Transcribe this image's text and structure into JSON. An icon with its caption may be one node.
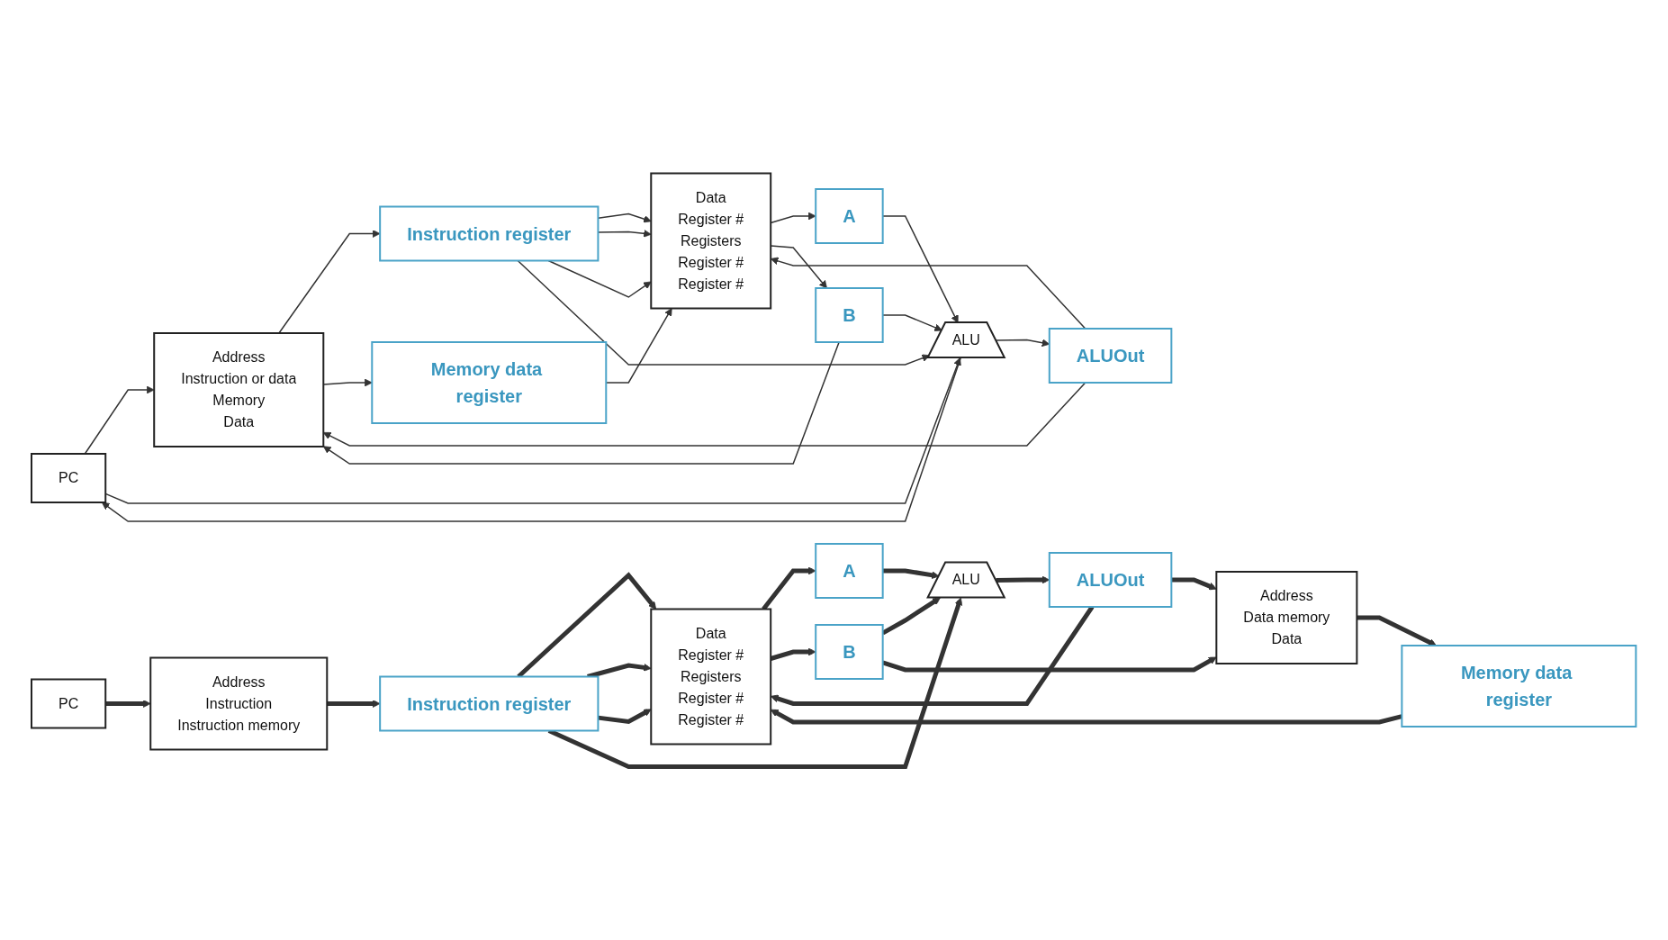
{
  "diagram": {
    "nodes": [
      {
        "text": [
          "PC"
        ]
      },
      {
        "text": [
          "Address",
          "Instruction",
          "Instruction memory"
        ]
      },
      {
        "text": [
          "Instruction register"
        ]
      },
      {
        "text": [
          "Data",
          "Register #",
          "Registers",
          "Register #",
          "Register #"
        ]
      },
      {
        "text": [
          "A"
        ]
      },
      {
        "text": [
          "B"
        ]
      },
      {
        "text": [
          "ALU"
        ]
      },
      {
        "text": [
          "ALUOut"
        ]
      },
      {
        "text": [
          "Address",
          "Data memory",
          "Data"
        ]
      },
      {
        "text": [
          "Memory data register"
        ]
      },
      {
        "text": [
          "PC"
        ]
      },
      {
        "text": [
          "Address",
          "Instruction or data",
          "Memory",
          "Data"
        ]
      },
      {
        "text": [
          "Instruction register"
        ]
      },
      {
        "text": [
          "Memory data register"
        ]
      },
      {
        "text": [
          "Data",
          "Register #",
          "Registers",
          "Register #",
          "Register #"
        ]
      },
      {
        "text": [
          "A"
        ]
      },
      {
        "text": [
          "B"
        ]
      },
      {
        "text": [
          "ALU"
        ]
      },
      {
        "text": [
          "ALUOut"
        ]
      }
    ],
    "edges": [
      {
        "from": 0,
        "to": 1,
        "arrow": "to",
        "style": "thick"
      },
      {
        "from": 1,
        "to": 2,
        "arrow": "to",
        "style": "thick"
      },
      {
        "from": 2,
        "to": 3,
        "arrow": "to",
        "style": "thick"
      },
      {
        "from": 2,
        "to": 3,
        "arrow": "to",
        "style": "thick"
      },
      {
        "from": 2,
        "to": 3,
        "arrow": "to",
        "style": "thick"
      },
      {
        "from": 9,
        "to": 3,
        "arrow": "to",
        "style": "thick"
      },
      {
        "from": 7,
        "to": 3,
        "arrow": "to",
        "style": "thick"
      },
      {
        "from": 2,
        "to": 6,
        "arrow": "to",
        "style": "thick"
      },
      {
        "from": 3,
        "to": 4,
        "arrow": "to",
        "style": "thick"
      },
      {
        "from": 3,
        "to": 5,
        "arrow": "to",
        "style": "thick"
      },
      {
        "from": 4,
        "to": 6,
        "arrow": "to",
        "style": "thick"
      },
      {
        "from": 5,
        "to": 6,
        "arrow": "to",
        "style": "thick"
      },
      {
        "from": 5,
        "to": 8,
        "arrow": "to",
        "style": "thick"
      },
      {
        "from": 6,
        "to": 7,
        "arrow": "to",
        "style": "thick"
      },
      {
        "from": 7,
        "to": 8,
        "arrow": "to",
        "style": "thick"
      },
      {
        "from": 8,
        "to": 9,
        "arrow": "to",
        "style": "thick"
      },
      {
        "from": 10,
        "to": 11,
        "arrow": "to"
      },
      {
        "from": 17,
        "to": 10,
        "arrow": "to"
      },
      {
        "from": 18,
        "to": 11,
        "arrow": "to"
      },
      {
        "from": 10,
        "to": 17,
        "arrow": "to"
      },
      {
        "from": 11,
        "to": 12,
        "arrow": "to"
      },
      {
        "from": 11,
        "to": 13,
        "arrow": "to"
      },
      {
        "from": 12,
        "to": 14,
        "arrow": "to"
      },
      {
        "from": 12,
        "to": 14,
        "arrow": "to"
      },
      {
        "from": 12,
        "to": 14,
        "arrow": "to"
      },
      {
        "from": 12,
        "to": 17,
        "arrow": "to"
      },
      {
        "from": 13,
        "to": 14,
        "arrow": "to"
      },
      {
        "from": 18,
        "to": 14,
        "arrow": "to"
      },
      {
        "from": 14,
        "to": 15,
        "arrow": "to"
      },
      {
        "from": 14,
        "to": 16,
        "arrow": "to"
      },
      {
        "from": 15,
        "to": 17,
        "arrow": "to"
      },
      {
        "from": 16,
        "to": 17,
        "arrow": "to"
      },
      {
        "from": 16,
        "to": 11,
        "arrow": "to"
      },
      {
        "from": 17,
        "to": 18,
        "arrow": "to"
      }
    ]
  }
}
